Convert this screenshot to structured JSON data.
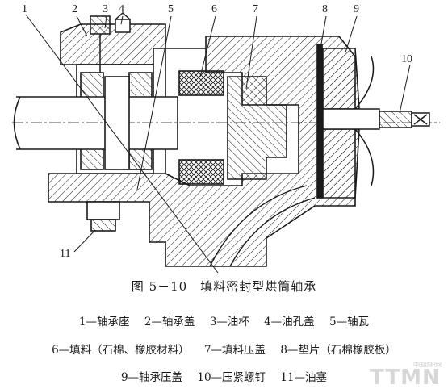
{
  "figure": {
    "title": "图 5－10　填料密封型烘筒轴承",
    "callouts": [
      "1",
      "2",
      "3",
      "4",
      "5",
      "6",
      "7",
      "8",
      "9",
      "10",
      "11"
    ]
  },
  "legend": {
    "row1": [
      "1—轴承座",
      "2—轴承盖",
      "3—油杯",
      "4—油孔盖",
      "5—轴瓦"
    ],
    "row2": [
      "6—填料（石棉、橡胶材料）",
      "7—填料压盖",
      "8—垫片（石棉橡胶板）"
    ],
    "row3": [
      "9—轴承压盖",
      "10—压紧螺钉",
      "11—油塞"
    ]
  },
  "watermark": {
    "text": "TTMN",
    "subtext": "中国纺织网"
  }
}
